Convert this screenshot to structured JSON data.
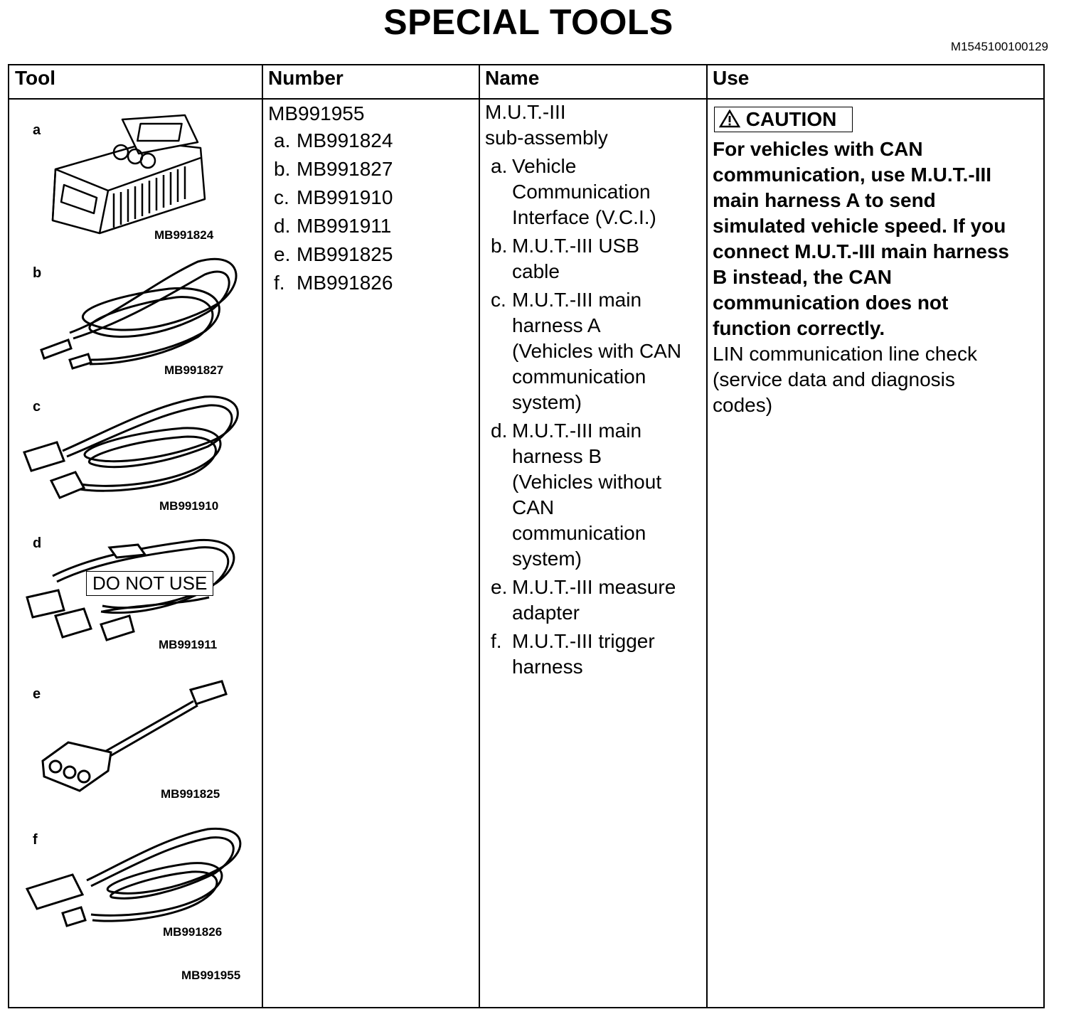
{
  "page": {
    "title": "SPECIAL TOOLS",
    "doc_id": "M1545100100129"
  },
  "table": {
    "headers": [
      "Tool",
      "Number",
      "Name",
      "Use"
    ],
    "tools": [
      {
        "letter": "a",
        "code": "MB991824"
      },
      {
        "letter": "b",
        "code": "MB991827"
      },
      {
        "letter": "c",
        "code": "MB991910"
      },
      {
        "letter": "d",
        "code": "MB991911"
      },
      {
        "letter": "e",
        "code": "MB991825"
      },
      {
        "letter": "f",
        "code": "MB991826"
      }
    ],
    "tool_set_code": "MB991955",
    "do_not_use_label": "DO NOT USE",
    "number": {
      "main": "MB991955",
      "items": [
        {
          "letter": "a.",
          "value": "MB991824"
        },
        {
          "letter": "b.",
          "value": "MB991827"
        },
        {
          "letter": "c.",
          "value": "MB991910"
        },
        {
          "letter": "d.",
          "value": "MB991911"
        },
        {
          "letter": "e.",
          "value": "MB991825"
        },
        {
          "letter": "f.",
          "value": "MB991826"
        }
      ]
    },
    "name": {
      "main_line1": "M.U.T.-III",
      "main_line2": "sub-assembly",
      "items": [
        {
          "letter": "a.",
          "lines": [
            "Vehicle",
            "Communication",
            "Interface (V.C.I.)"
          ]
        },
        {
          "letter": "b.",
          "lines": [
            "M.U.T.-III USB",
            "cable"
          ]
        },
        {
          "letter": "c.",
          "lines": [
            "M.U.T.-III main",
            "harness A",
            "(Vehicles with CAN",
            "communication",
            "system)"
          ]
        },
        {
          "letter": "d.",
          "lines": [
            "M.U.T.-III main",
            "harness B",
            "(Vehicles without",
            "CAN",
            "communication",
            "system)"
          ]
        },
        {
          "letter": "e.",
          "lines": [
            "M.U.T.-III measure",
            "adapter"
          ]
        },
        {
          "letter": "f.",
          "lines": [
            "M.U.T.-III trigger",
            "harness"
          ]
        }
      ]
    },
    "use": {
      "caution_label": "CAUTION",
      "caution_lines": [
        "For vehicles with CAN",
        "communication, use M.U.T.-III",
        "main harness A to send",
        "simulated vehicle speed. If you",
        "connect M.U.T.-III main harness",
        "B instead, the CAN",
        "communication does not",
        "function correctly."
      ],
      "text_lines": [
        "LIN communication line check",
        "(service data and diagnosis",
        "codes)"
      ]
    }
  }
}
